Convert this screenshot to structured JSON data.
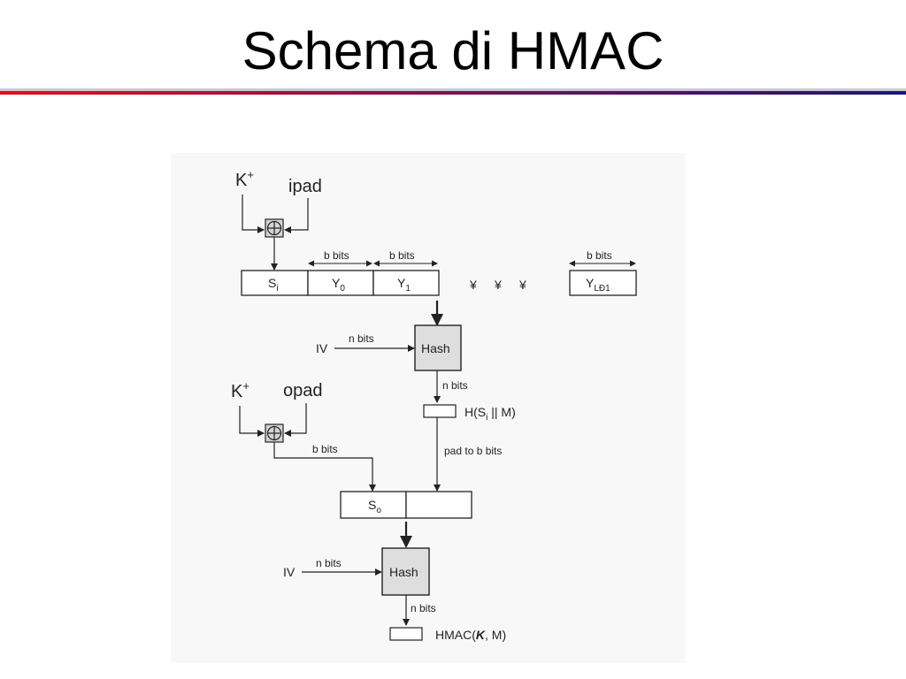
{
  "slide": {
    "title": "Schema di HMAC",
    "rule_colors": {
      "left": "#e0101c",
      "right": "#1c1480"
    }
  },
  "diagram": {
    "top_xor": {
      "key": "K",
      "key_sup": "+",
      "pad": "ipad",
      "symbol": "⊕"
    },
    "input_blocks": [
      {
        "base": "S",
        "sub": "i"
      },
      {
        "base": "Y",
        "sub": "0"
      },
      {
        "base": "Y",
        "sub": "1"
      },
      {
        "base": "Y",
        "sub": "LÐ1"
      }
    ],
    "b_bits": "b bits",
    "ellipsis": [
      "¥",
      "¥",
      "¥"
    ],
    "iv_label": "IV",
    "n_bits": "n bits",
    "hash_label": "Hash",
    "inner_hash": {
      "pre": "H(S",
      "sub": "i",
      "post": " || M)"
    },
    "pad_label": "pad to b bits",
    "bottom_xor": {
      "key": "K",
      "key_sup": "+",
      "pad": "opad",
      "symbol": "⊕"
    },
    "outer_block": {
      "base": "S",
      "sub": "o"
    },
    "hmac_output": {
      "pre": "HMAC(",
      "key": "K",
      "post": ", M)"
    }
  }
}
